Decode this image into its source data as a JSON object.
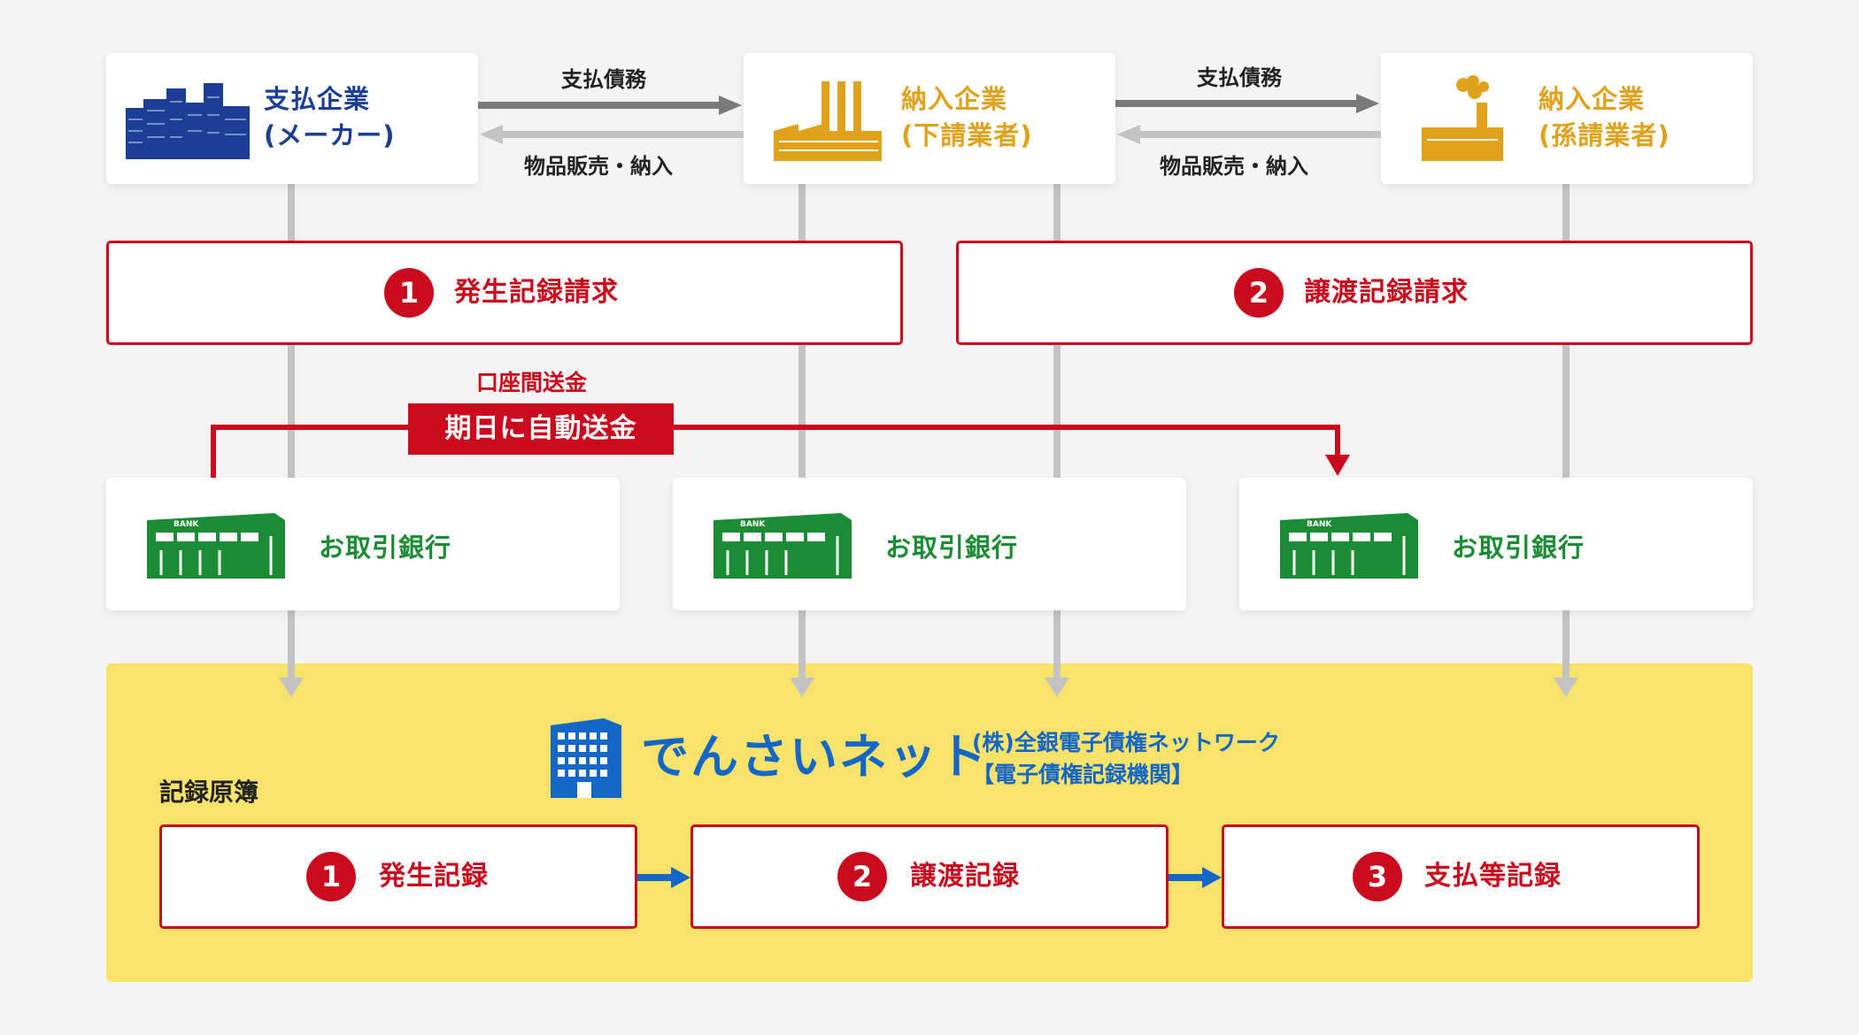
{
  "colors": {
    "payer_blue": "#1b3f97",
    "supplier_orange": "#e0a21b",
    "record_red": "#cc0a1e",
    "bank_green": "#1a8c33",
    "ledger_yellow": "#f7e26a",
    "connector_gray": "#c3c3c3",
    "arrow_dark": "#7a7a7a"
  },
  "companies": [
    {
      "line1": "支払企業",
      "line2": "(メーカー)",
      "icon": "office-buildings-icon"
    },
    {
      "line1": "納入企業",
      "line2": "(下請業者)",
      "icon": "factory-smokestacks-icon"
    },
    {
      "line1": "納入企業",
      "line2": "(孫請業者)",
      "icon": "factory-smoke-icon"
    }
  ],
  "flows": [
    {
      "top": "支払債務",
      "bottom": "物品販売・納入"
    },
    {
      "top": "支払債務",
      "bottom": "物品販売・納入"
    }
  ],
  "requests": [
    {
      "number": "1",
      "label": "発生記録請求"
    },
    {
      "number": "2",
      "label": "譲渡記録請求"
    }
  ],
  "transfer": {
    "caption": "口座間送金",
    "label": "期日に自動送金"
  },
  "banks": [
    {
      "label": "お取引銀行",
      "sign": "BANK"
    },
    {
      "label": "お取引銀行",
      "sign": "BANK"
    },
    {
      "label": "お取引銀行",
      "sign": "BANK"
    }
  ],
  "ledger": {
    "title": "記録原簿",
    "brand": "でんさいネット",
    "org_line1": "(株)全銀電子債権ネットワーク",
    "org_line2": "【電子債権記録機関】",
    "records": [
      {
        "number": "1",
        "label": "発生記録"
      },
      {
        "number": "2",
        "label": "譲渡記録"
      },
      {
        "number": "3",
        "label": "支払等記録"
      }
    ]
  }
}
